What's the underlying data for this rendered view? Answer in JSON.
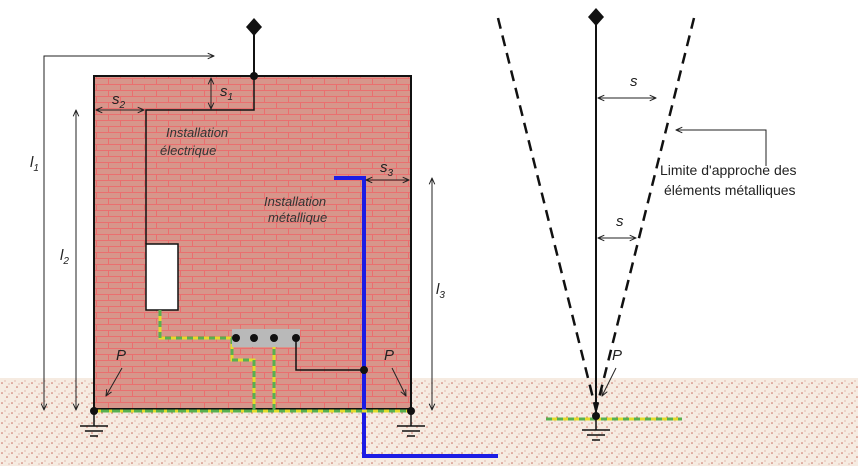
{
  "labels": {
    "l1": "l",
    "l1_sub": "1",
    "l2": "l",
    "l2_sub": "2",
    "l3": "l",
    "l3_sub": "3",
    "s1": "s",
    "s1_sub": "1",
    "s2": "s",
    "s2_sub": "2",
    "s3": "s",
    "s3_sub": "3",
    "s_top": "s",
    "s_mid": "s",
    "p_left": "P",
    "p_right": "P",
    "p_mast": "P",
    "elec_line1": "Installation",
    "elec_line2": "électrique",
    "metal_line1": "Installation",
    "metal_line2": "métallique",
    "limit_line1": "Limite d'approche des",
    "limit_line2": "éléments métalliques"
  },
  "colors": {
    "brick_fill": "#d7968b",
    "brick_line": "#ea6f6f",
    "ground_fill": "#f6ebe1",
    "ground_dots": "#c66a5e",
    "metal_pipe": "#1c1ce4",
    "earth_yellow": "#e2dc2c",
    "earth_green": "#58b04e",
    "terminal_bar": "#b9b9b9"
  }
}
